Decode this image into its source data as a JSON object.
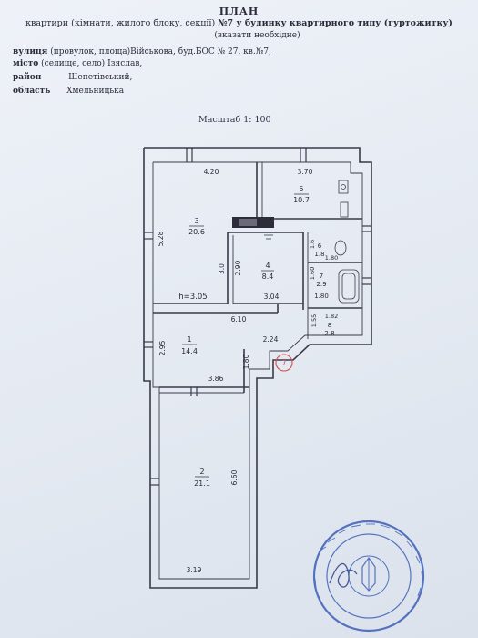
{
  "header": {
    "title": "ПЛАН",
    "line1_normal": "квартири (кімнати, жилого блоку, секції)",
    "line1_bold": "№7 у будинку квартирного типу (гуртожитку)",
    "line2": "(вказати необхідне)"
  },
  "address": {
    "street_label": "вулиця",
    "street_hint": "(провулок, площа)",
    "street_value": "Військова, буд.БОС № 27, кв.№7,",
    "city_label": "місто",
    "city_hint": "(селище, село)",
    "city_value": "Ізяслав,",
    "district_label": "район",
    "district_value": "Шепетівський,",
    "region_label": "область",
    "region_value": "Хмельницька"
  },
  "scale": "Масштаб 1: 100",
  "plan": {
    "rooms": [
      {
        "number": "3",
        "area": "20.6"
      },
      {
        "number": "5",
        "area": "10.7"
      },
      {
        "number": "4",
        "area": "8.4"
      },
      {
        "number": "6",
        "area": "1.8"
      },
      {
        "number": "7",
        "area": "2.9"
      },
      {
        "number": "8",
        "area": "2.8"
      },
      {
        "number": "1",
        "area": "14.4"
      },
      {
        "number": "2",
        "area": "21.1"
      }
    ],
    "dims": {
      "top_left": "4.20",
      "top_right": "3.70",
      "left_r3": "5.28",
      "r3_inner": "3.0",
      "r4_left": "2.90",
      "r6_w": "1.80",
      "r6_h": "1.6",
      "r7_h": "1.60",
      "r7_w": "1.80",
      "ceiling": "h=3.05",
      "r4_bottom": "3.04",
      "corridor": "6.10",
      "r8_w": "1.82",
      "r8_h": "1.55",
      "r1_left": "2.95",
      "r1_right": "2.24",
      "r1_right_h": "1.80",
      "r1_bottom": "3.86",
      "r2_right": "6.60",
      "r2_bottom": "3.19"
    },
    "entry_mark": "7"
  },
  "colors": {
    "wall": "#3a3a4a",
    "stamp": "#3d5fb8",
    "red_mark": "#d24a4a"
  }
}
